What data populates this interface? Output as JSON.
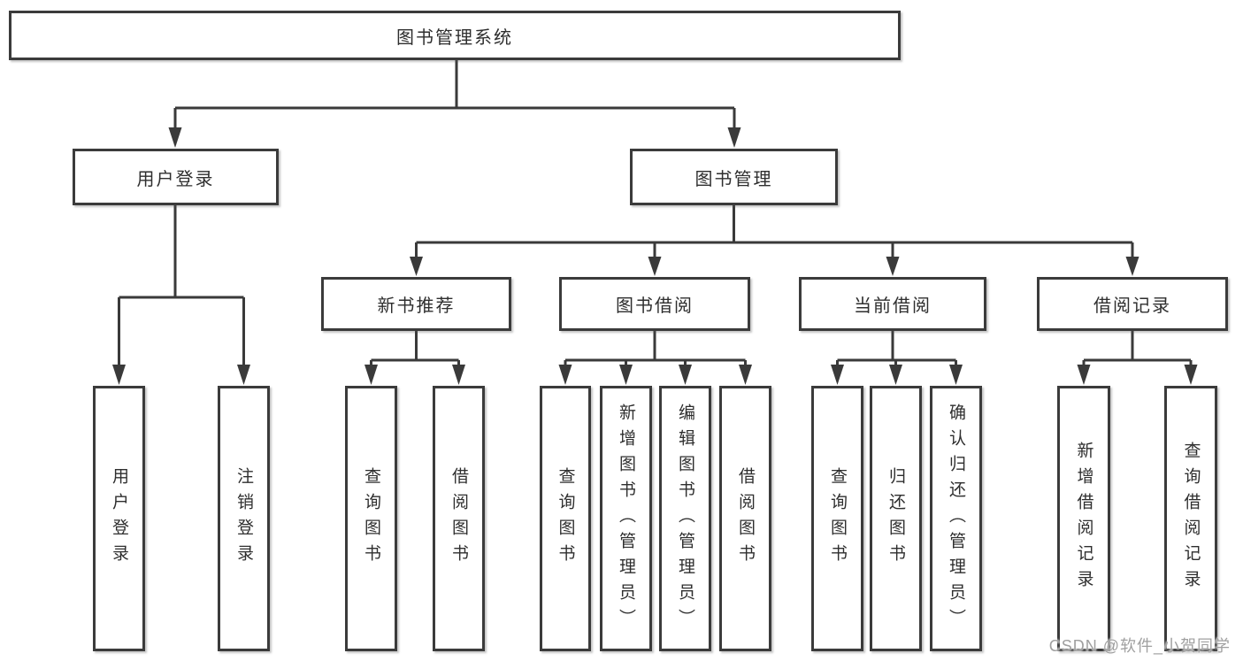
{
  "tree": {
    "root": {
      "label": "图书管理系统",
      "children": [
        {
          "label": "用户登录",
          "children": [
            {
              "label": "用户登录"
            },
            {
              "label": "注销登录"
            }
          ]
        },
        {
          "label": "图书管理",
          "children": [
            {
              "label": "新书推荐",
              "children": [
                {
                  "label": "查询图书"
                },
                {
                  "label": "借阅图书"
                }
              ]
            },
            {
              "label": "图书借阅",
              "children": [
                {
                  "label": "查询图书"
                },
                {
                  "label": "新增图书（管理员）"
                },
                {
                  "label": "编辑图书（管理员）"
                },
                {
                  "label": "借阅图书"
                }
              ]
            },
            {
              "label": "当前借阅",
              "children": [
                {
                  "label": "查询图书"
                },
                {
                  "label": "归还图书"
                },
                {
                  "label": "确认归还（管理员）"
                }
              ]
            },
            {
              "label": "借阅记录",
              "children": [
                {
                  "label": "新增借阅记录"
                },
                {
                  "label": "查询借阅记录"
                }
              ]
            }
          ]
        }
      ]
    }
  },
  "watermark": {
    "text": "CSDN @软件_小贺同学"
  },
  "colors": {
    "line": "#3a3a3a",
    "box_border": "#3b3b3b",
    "text": "#2e2e2e",
    "watermark": "#a0a0a0",
    "background": "#ffffff"
  }
}
